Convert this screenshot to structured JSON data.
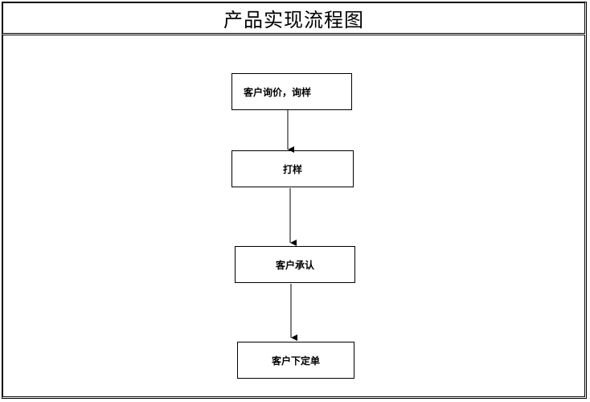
{
  "title": "产品实现流程图",
  "nodes": [
    {
      "id": "inquiry",
      "label": "客户询价，询样"
    },
    {
      "id": "sample",
      "label": "打样"
    },
    {
      "id": "approve",
      "label": "客户承认"
    },
    {
      "id": "order",
      "label": "客户下定单"
    }
  ],
  "edges": [
    {
      "from": "inquiry",
      "to": "sample"
    },
    {
      "from": "sample",
      "to": "approve"
    },
    {
      "from": "approve",
      "to": "order"
    }
  ],
  "colors": {
    "line": "#000000",
    "background": "#ffffff"
  }
}
